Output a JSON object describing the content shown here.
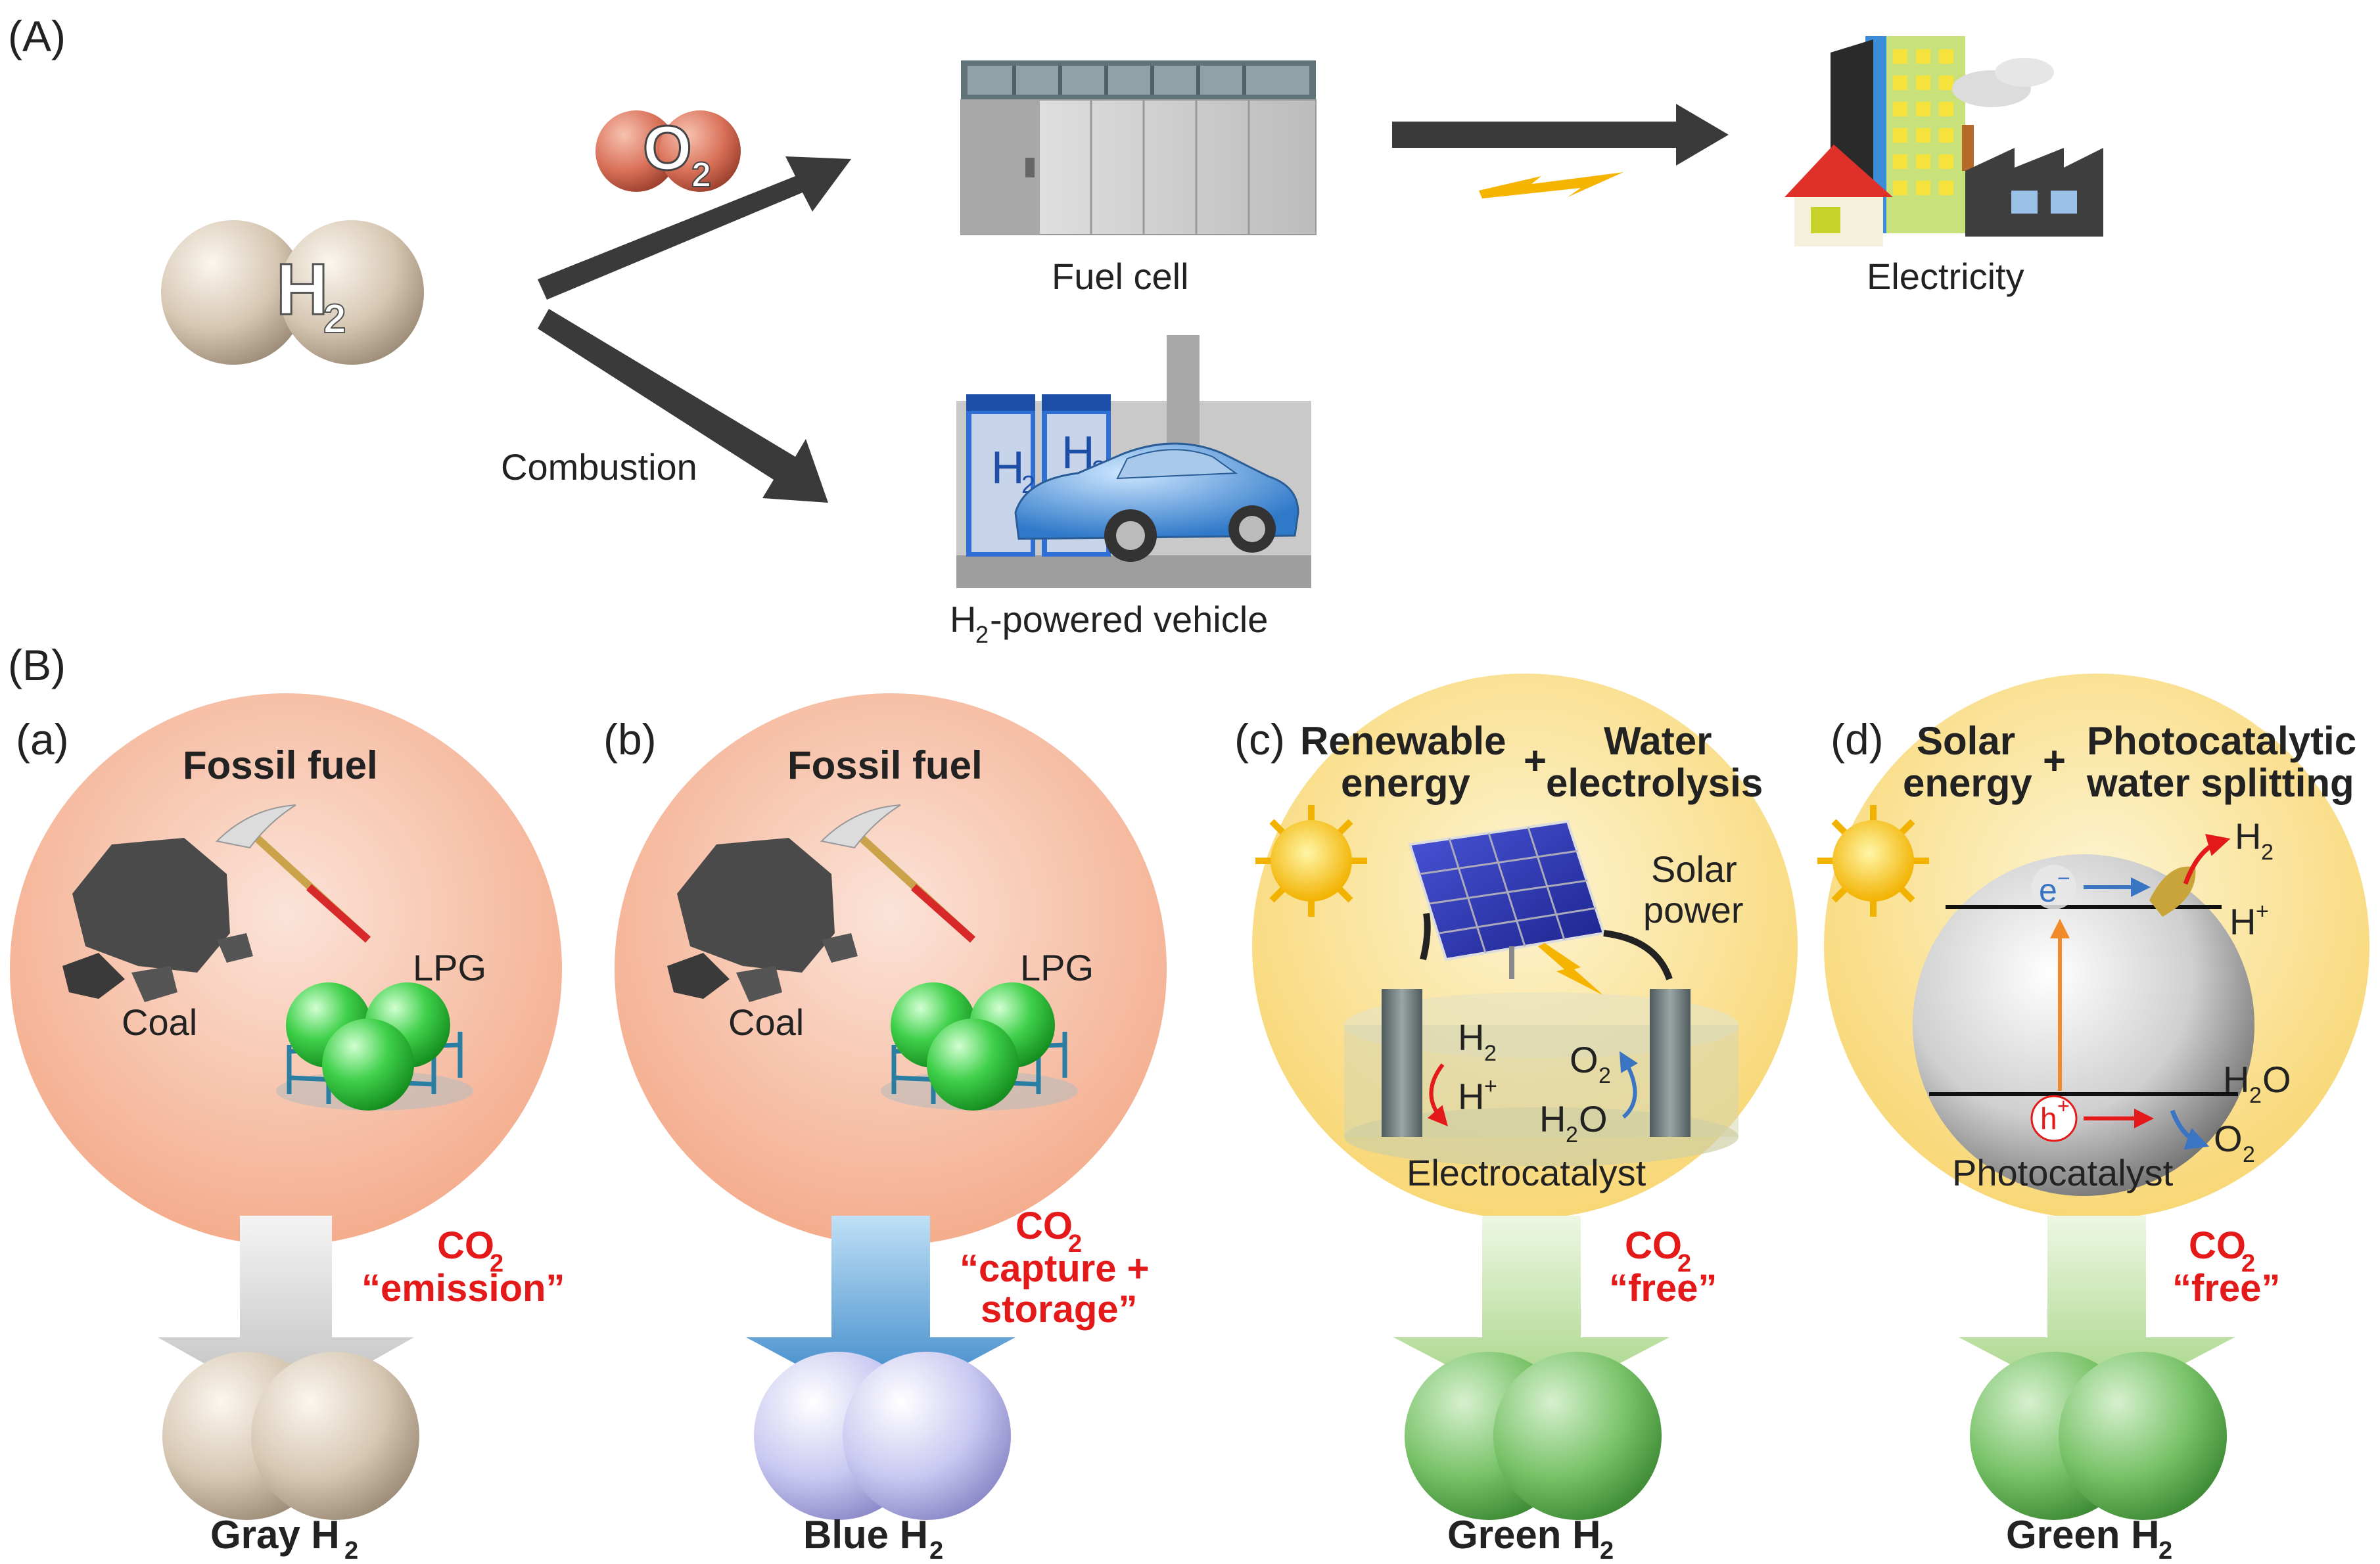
{
  "section_a": {
    "panel_label": "(A)",
    "h2_molecule": "H",
    "h2_sub": "2",
    "o2_molecule": "O",
    "o2_sub": "2",
    "fuel_cell_label": "Fuel cell",
    "electricity_label": "Electricity",
    "combustion_label": "Combustion",
    "vehicle_label_pre": "H",
    "vehicle_label_sub": "2",
    "vehicle_label_post": "-powered vehicle",
    "station_sign": "H",
    "station_sign_sub": "2"
  },
  "section_b": {
    "panel_label": "(B)",
    "panels": [
      {
        "tag": "(a)",
        "title": "Fossil fuel",
        "coal": "Coal",
        "lpg": "LPG",
        "co2": "CO",
        "co2_sub": "2",
        "note_lines": [
          "“emission”"
        ],
        "result": "Gray H",
        "result_sub": "2"
      },
      {
        "tag": "(b)",
        "title": "Fossil fuel",
        "coal": "Coal",
        "lpg": "LPG",
        "co2": "CO",
        "co2_sub": "2",
        "note_lines": [
          "“capture +",
          "storage”"
        ],
        "result": "Blue H",
        "result_sub": "2"
      },
      {
        "tag": "(c)",
        "title_left": [
          "Renewable",
          "energy"
        ],
        "plus": "+",
        "title_right": [
          "Water",
          "electrolysis"
        ],
        "solar_power": [
          "Solar",
          "power"
        ],
        "h2": "H",
        "h2_sub": "2",
        "hplus": "H",
        "hplus_sup": "+",
        "o2": "O",
        "o2_sub": "2",
        "h2o_a": "H",
        "h2o_sub": "2",
        "h2o_b": "O",
        "catalyst": "Electrocatalyst",
        "co2": "CO",
        "co2_sub": "2",
        "note_lines": [
          "“free”"
        ],
        "result": "Green H",
        "result_sub": "2"
      },
      {
        "tag": "(d)",
        "title_left": [
          "Solar",
          "energy"
        ],
        "plus": "+",
        "title_right": [
          "Photocatalytic",
          "water splitting"
        ],
        "electron": "e",
        "electron_sup": "−",
        "hole": "h",
        "hole_sup": "+",
        "h2": "H",
        "h2_sub": "2",
        "hplus": "H",
        "hplus_sup": "+",
        "h2o_a": "H",
        "h2o_sub": "2",
        "h2o_b": "O",
        "o2": "O",
        "o2_sub": "2",
        "catalyst": "Photocatalyst",
        "co2": "CO",
        "co2_sub": "2",
        "note_lines": [
          "“free”"
        ],
        "result": "Green H",
        "result_sub": "2"
      }
    ]
  },
  "colors": {
    "red_text": "#e41a1a",
    "arrow_dark": "#3a3a3a",
    "bolt": "#f5b400",
    "gray_h2": "#c8b9a6",
    "blue_h2": "#c7c7f2",
    "green_h2": "#6cbf5e",
    "fossil_circle": "#f6b89a",
    "solar_circle": "#fbe08a"
  }
}
